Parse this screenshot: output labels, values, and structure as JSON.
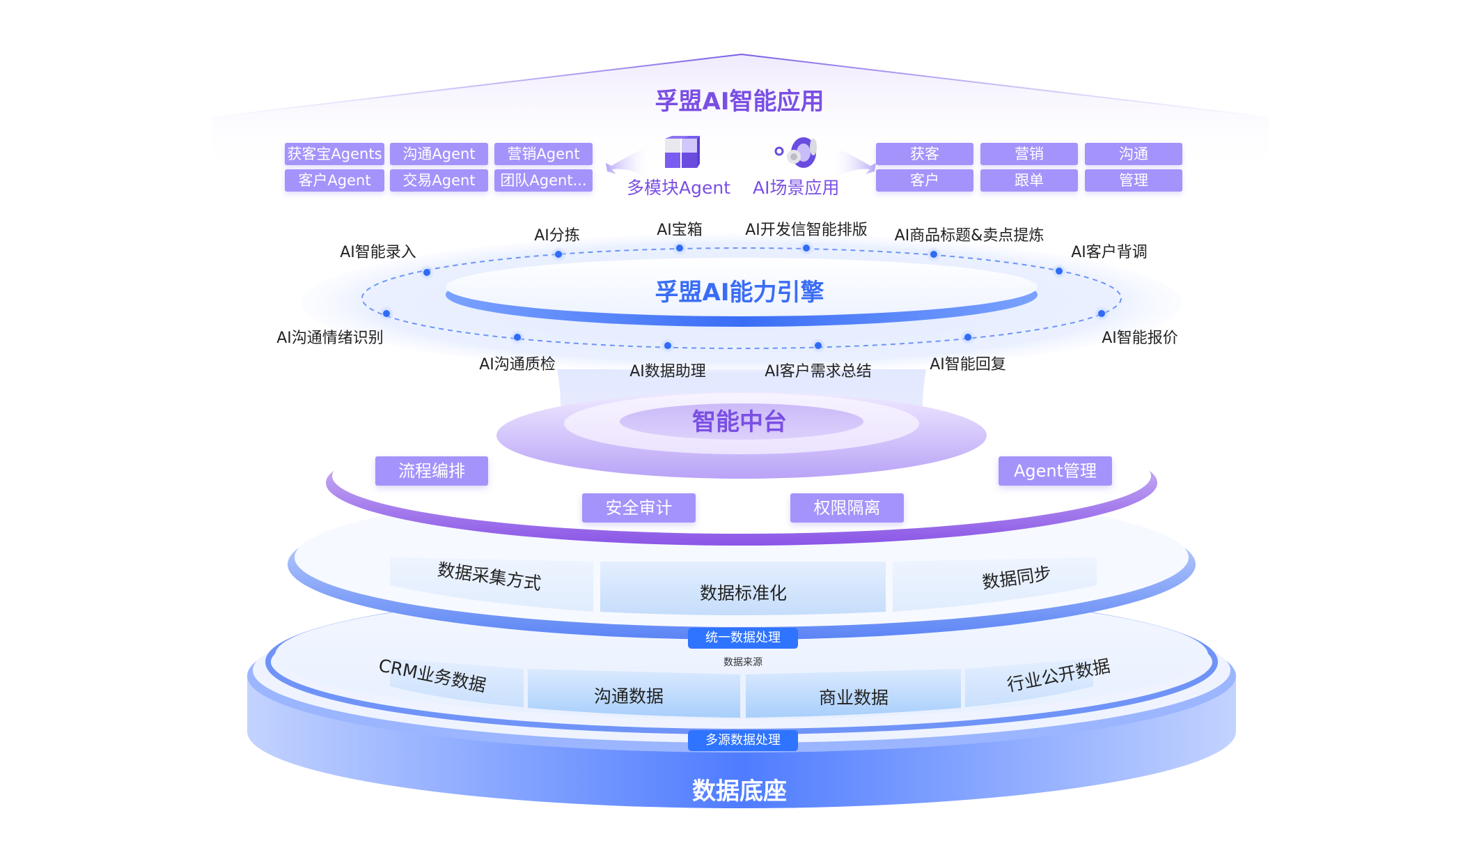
{
  "app_layer": {
    "title": "孚盟AI智能应用",
    "agents": [
      "获客宝Agents",
      "沟通Agent",
      "营销Agent",
      "客户Agent",
      "交易Agent",
      "团队Agent..."
    ],
    "multi_agent_label": "多模块Agent",
    "multi_agent_icon": "cube-blocks-icon",
    "scene_label": "AI场景应用",
    "scene_icon": "disc-lens-icon",
    "scenes": [
      "获客",
      "营销",
      "沟通",
      "客户",
      "跟单",
      "管理"
    ]
  },
  "engine_layer": {
    "title": "孚盟AI能力引擎",
    "capabilities_top": [
      "AI智能录入",
      "AI分拣",
      "AI宝箱",
      "AI开发信智能排版",
      "AI商品标题&卖点提炼",
      "AI客户背调"
    ],
    "capabilities_bottom": [
      "AI沟通情绪识别",
      "AI沟通质检",
      "AI数据助理",
      "AI客户需求总结",
      "AI智能回复",
      "AI智能报价"
    ]
  },
  "middle_layer": {
    "title": "智能中台",
    "items": [
      "流程编排",
      "安全审计",
      "权限隔离",
      "Agent管理"
    ]
  },
  "data_processing": {
    "items": [
      "数据采集方式",
      "数据标准化",
      "数据同步"
    ],
    "badge": "统一数据处理",
    "source_caption": "数据来源"
  },
  "data_sources": {
    "items": [
      "CRM业务数据",
      "沟通数据",
      "商业数据",
      "行业公开数据"
    ],
    "badge": "多源数据处理"
  },
  "base": {
    "title": "数据底座"
  },
  "colors": {
    "purple_title": "#7a4fe3",
    "tag_purple": "#a493fb",
    "engine_blue": "#3a6df5",
    "badge_blue": "#2f74ff",
    "base_blue": "#5b8cff"
  }
}
